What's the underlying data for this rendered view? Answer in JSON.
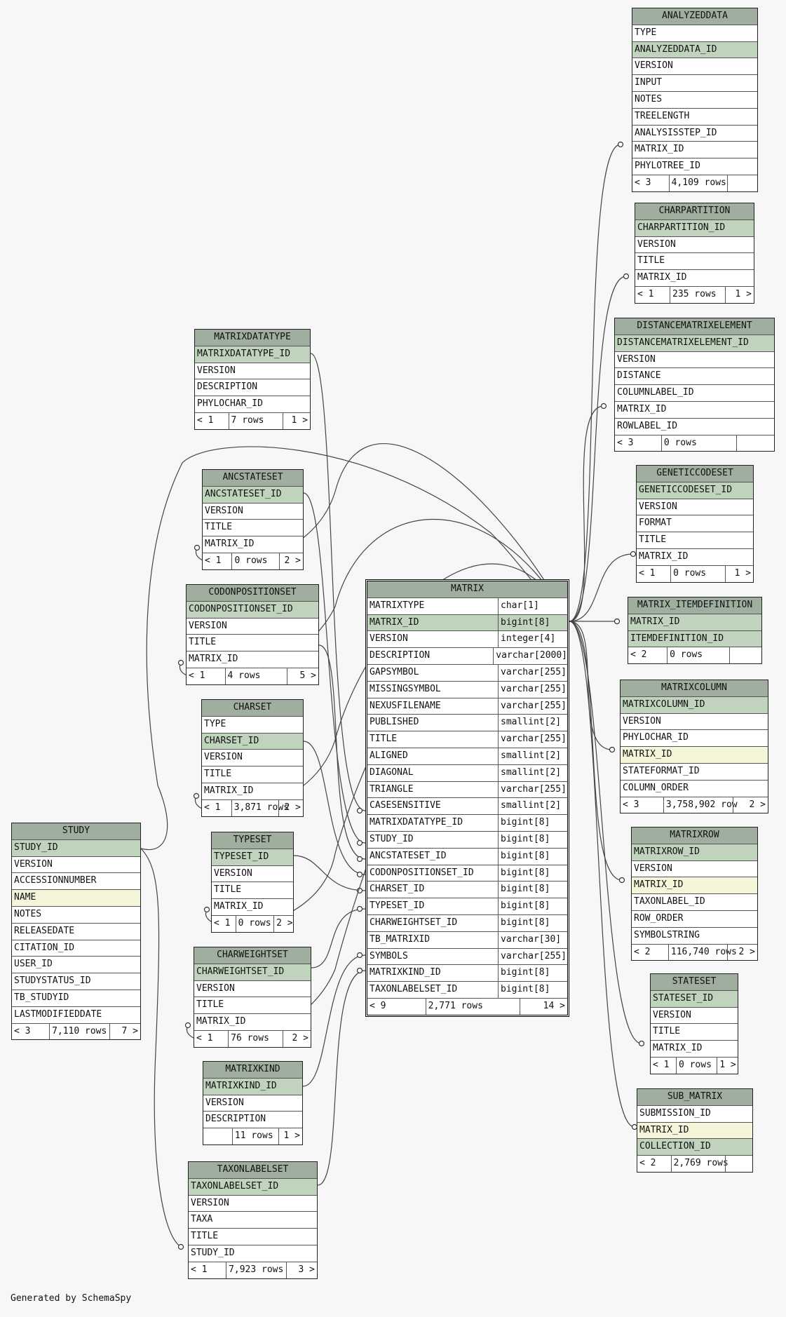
{
  "footer_text": "Generated by SchemaSpy",
  "tables": [
    {
      "id": "analyzeddata",
      "name": "ANALYZEDDATA",
      "columns": [
        {
          "name": "TYPE"
        },
        {
          "name": "ANALYZEDDATA_ID",
          "pk": true
        },
        {
          "name": "VERSION"
        },
        {
          "name": "INPUT"
        },
        {
          "name": "NOTES"
        },
        {
          "name": "TREELENGTH"
        },
        {
          "name": "ANALYSISSTEP_ID"
        },
        {
          "name": "MATRIX_ID"
        },
        {
          "name": "PHYLOTREE_ID"
        }
      ],
      "footer": [
        "< 3",
        "4,109 rows",
        ""
      ]
    },
    {
      "id": "charpartition",
      "name": "CHARPARTITION",
      "columns": [
        {
          "name": "CHARPARTITION_ID",
          "pk": true
        },
        {
          "name": "VERSION"
        },
        {
          "name": "TITLE"
        },
        {
          "name": "MATRIX_ID"
        }
      ],
      "footer": [
        "< 1",
        "235 rows",
        "1 >"
      ]
    },
    {
      "id": "distancematrixelement",
      "name": "DISTANCEMATRIXELEMENT",
      "columns": [
        {
          "name": "DISTANCEMATRIXELEMENT_ID",
          "pk": true
        },
        {
          "name": "VERSION"
        },
        {
          "name": "DISTANCE"
        },
        {
          "name": "COLUMNLABEL_ID"
        },
        {
          "name": "MATRIX_ID"
        },
        {
          "name": "ROWLABEL_ID"
        }
      ],
      "footer": [
        "< 3",
        "0 rows",
        ""
      ]
    },
    {
      "id": "geneticcodeset",
      "name": "GENETICCODESET",
      "columns": [
        {
          "name": "GENETICCODESET_ID",
          "pk": true
        },
        {
          "name": "VERSION"
        },
        {
          "name": "FORMAT"
        },
        {
          "name": "TITLE"
        },
        {
          "name": "MATRIX_ID"
        }
      ],
      "footer": [
        "< 1",
        "0 rows",
        "1 >"
      ]
    },
    {
      "id": "matrix_itemdefinition",
      "name": "MATRIX_ITEMDEFINITION",
      "columns": [
        {
          "name": "MATRIX_ID",
          "pk": true
        },
        {
          "name": "ITEMDEFINITION_ID",
          "pk": true
        }
      ],
      "footer": [
        "< 2",
        "0 rows",
        ""
      ]
    },
    {
      "id": "matrixcolumn",
      "name": "MATRIXCOLUMN",
      "columns": [
        {
          "name": "MATRIXCOLUMN_ID",
          "pk": true
        },
        {
          "name": "VERSION"
        },
        {
          "name": "PHYLOCHAR_ID"
        },
        {
          "name": "MATRIX_ID",
          "idx": true
        },
        {
          "name": "STATEFORMAT_ID"
        },
        {
          "name": "COLUMN_ORDER"
        }
      ],
      "footer": [
        "< 3",
        "3,758,902 row",
        "2 >"
      ]
    },
    {
      "id": "matrixrow",
      "name": "MATRIXROW",
      "columns": [
        {
          "name": "MATRIXROW_ID",
          "pk": true
        },
        {
          "name": "VERSION"
        },
        {
          "name": "MATRIX_ID",
          "idx": true
        },
        {
          "name": "TAXONLABEL_ID"
        },
        {
          "name": "ROW_ORDER"
        },
        {
          "name": "SYMBOLSTRING"
        }
      ],
      "footer": [
        "< 2",
        "116,740 rows",
        "2 >"
      ]
    },
    {
      "id": "stateset",
      "name": "STATESET",
      "columns": [
        {
          "name": "STATESET_ID",
          "pk": true
        },
        {
          "name": "VERSION"
        },
        {
          "name": "TITLE"
        },
        {
          "name": "MATRIX_ID"
        }
      ],
      "footer": [
        "< 1",
        "0 rows",
        "1 >"
      ]
    },
    {
      "id": "sub_matrix",
      "name": "SUB_MATRIX",
      "columns": [
        {
          "name": "SUBMISSION_ID"
        },
        {
          "name": "MATRIX_ID",
          "idx": true
        },
        {
          "name": "COLLECTION_ID",
          "pk": true
        }
      ],
      "footer": [
        "< 2",
        "2,769 rows",
        ""
      ]
    },
    {
      "id": "matrixdatatype",
      "name": "MATRIXDATATYPE",
      "columns": [
        {
          "name": "MATRIXDATATYPE_ID",
          "pk": true
        },
        {
          "name": "VERSION"
        },
        {
          "name": "DESCRIPTION"
        },
        {
          "name": "PHYLOCHAR_ID"
        }
      ],
      "footer": [
        "< 1",
        "7 rows",
        "1 >"
      ]
    },
    {
      "id": "ancstateset",
      "name": "ANCSTATESET",
      "columns": [
        {
          "name": "ANCSTATESET_ID",
          "pk": true
        },
        {
          "name": "VERSION"
        },
        {
          "name": "TITLE"
        },
        {
          "name": "MATRIX_ID"
        }
      ],
      "footer": [
        "< 1",
        "0 rows",
        "2 >"
      ]
    },
    {
      "id": "codonpositionset",
      "name": "CODONPOSITIONSET",
      "columns": [
        {
          "name": "CODONPOSITIONSET_ID",
          "pk": true
        },
        {
          "name": "VERSION"
        },
        {
          "name": "TITLE"
        },
        {
          "name": "MATRIX_ID"
        }
      ],
      "footer": [
        "< 1",
        "4 rows",
        "5 >"
      ]
    },
    {
      "id": "charset",
      "name": "CHARSET",
      "columns": [
        {
          "name": "TYPE"
        },
        {
          "name": "CHARSET_ID",
          "pk": true
        },
        {
          "name": "VERSION"
        },
        {
          "name": "TITLE"
        },
        {
          "name": "MATRIX_ID"
        }
      ],
      "footer": [
        "< 1",
        "3,871 rows",
        "2 >"
      ]
    },
    {
      "id": "typeset",
      "name": "TYPESET",
      "columns": [
        {
          "name": "TYPESET_ID",
          "pk": true
        },
        {
          "name": "VERSION"
        },
        {
          "name": "TITLE"
        },
        {
          "name": "MATRIX_ID"
        }
      ],
      "footer": [
        "< 1",
        "0 rows",
        "2 >"
      ]
    },
    {
      "id": "charweightset",
      "name": "CHARWEIGHTSET",
      "columns": [
        {
          "name": "CHARWEIGHTSET_ID",
          "pk": true
        },
        {
          "name": "VERSION"
        },
        {
          "name": "TITLE"
        },
        {
          "name": "MATRIX_ID"
        }
      ],
      "footer": [
        "< 1",
        "76 rows",
        "2 >"
      ]
    },
    {
      "id": "matrixkind",
      "name": "MATRIXKIND",
      "columns": [
        {
          "name": "MATRIXKIND_ID",
          "pk": true
        },
        {
          "name": "VERSION"
        },
        {
          "name": "DESCRIPTION"
        }
      ],
      "footer": [
        "",
        "11 rows",
        "1 >"
      ]
    },
    {
      "id": "taxonlabelset",
      "name": "TAXONLABELSET",
      "columns": [
        {
          "name": "TAXONLABELSET_ID",
          "pk": true
        },
        {
          "name": "VERSION"
        },
        {
          "name": "TAXA"
        },
        {
          "name": "TITLE"
        },
        {
          "name": "STUDY_ID"
        }
      ],
      "footer": [
        "< 1",
        "7,923 rows",
        "3 >"
      ]
    },
    {
      "id": "study",
      "name": "STUDY",
      "columns": [
        {
          "name": "STUDY_ID",
          "pk": true
        },
        {
          "name": "VERSION"
        },
        {
          "name": "ACCESSIONNUMBER"
        },
        {
          "name": "NAME",
          "idx": true
        },
        {
          "name": "NOTES"
        },
        {
          "name": "RELEASEDATE"
        },
        {
          "name": "CITATION_ID"
        },
        {
          "name": "USER_ID"
        },
        {
          "name": "STUDYSTATUS_ID"
        },
        {
          "name": "TB_STUDYID"
        },
        {
          "name": "LASTMODIFIEDDATE"
        }
      ],
      "footer": [
        "< 3",
        "7,110 rows",
        "7 >"
      ]
    },
    {
      "id": "matrix",
      "name": "MATRIX",
      "main": true,
      "columns": [
        {
          "name": "MATRIXTYPE",
          "type": "char[1]"
        },
        {
          "name": "MATRIX_ID",
          "type": "bigint[8]",
          "pk": true
        },
        {
          "name": "VERSION",
          "type": "integer[4]"
        },
        {
          "name": "DESCRIPTION",
          "type": "varchar[2000]"
        },
        {
          "name": "GAPSYMBOL",
          "type": "varchar[255]"
        },
        {
          "name": "MISSINGSYMBOL",
          "type": "varchar[255]"
        },
        {
          "name": "NEXUSFILENAME",
          "type": "varchar[255]"
        },
        {
          "name": "PUBLISHED",
          "type": "smallint[2]"
        },
        {
          "name": "TITLE",
          "type": "varchar[255]"
        },
        {
          "name": "ALIGNED",
          "type": "smallint[2]"
        },
        {
          "name": "DIAGONAL",
          "type": "smallint[2]"
        },
        {
          "name": "TRIANGLE",
          "type": "varchar[255]"
        },
        {
          "name": "CASESENSITIVE",
          "type": "smallint[2]"
        },
        {
          "name": "MATRIXDATATYPE_ID",
          "type": "bigint[8]"
        },
        {
          "name": "STUDY_ID",
          "type": "bigint[8]"
        },
        {
          "name": "ANCSTATESET_ID",
          "type": "bigint[8]"
        },
        {
          "name": "CODONPOSITIONSET_ID",
          "type": "bigint[8]"
        },
        {
          "name": "CHARSET_ID",
          "type": "bigint[8]"
        },
        {
          "name": "TYPESET_ID",
          "type": "bigint[8]"
        },
        {
          "name": "CHARWEIGHTSET_ID",
          "type": "bigint[8]"
        },
        {
          "name": "TB_MATRIXID",
          "type": "varchar[30]"
        },
        {
          "name": "SYMBOLS",
          "type": "varchar[255]"
        },
        {
          "name": "MATRIXKIND_ID",
          "type": "bigint[8]"
        },
        {
          "name": "TAXONLABELSET_ID",
          "type": "bigint[8]"
        }
      ],
      "footer": [
        "< 9",
        "2,771 rows",
        "14 >"
      ]
    }
  ]
}
